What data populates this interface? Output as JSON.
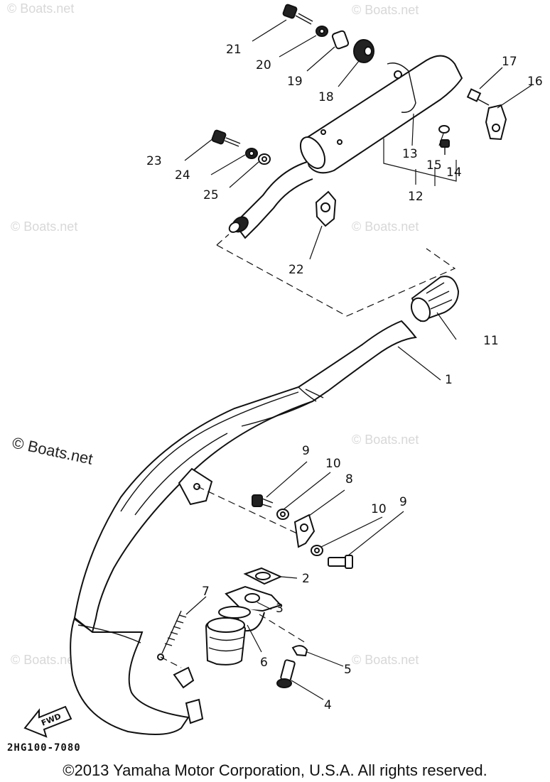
{
  "watermarks": {
    "text": "© Boats.net",
    "prominent": "© Boats.net"
  },
  "callouts": {
    "p1": "1",
    "p2": "2",
    "p3": "3",
    "p4": "4",
    "p5": "5",
    "p6": "6",
    "p7": "7",
    "p8": "8",
    "p9a": "9",
    "p9b": "9",
    "p10a": "10",
    "p10b": "10",
    "p11": "11",
    "p12": "12",
    "p13": "13",
    "p14": "14",
    "p15": "15",
    "p16": "16",
    "p17": "17",
    "p18": "18",
    "p19": "19",
    "p20": "20",
    "p21": "21",
    "p22": "22",
    "p23": "23",
    "p24": "24",
    "p25": "25"
  },
  "fwd_label": "FWD",
  "diagram_code": "2HG100-7080",
  "copyright": "©2013 Yamaha Motor Corporation, U.S.A. All rights reserved."
}
